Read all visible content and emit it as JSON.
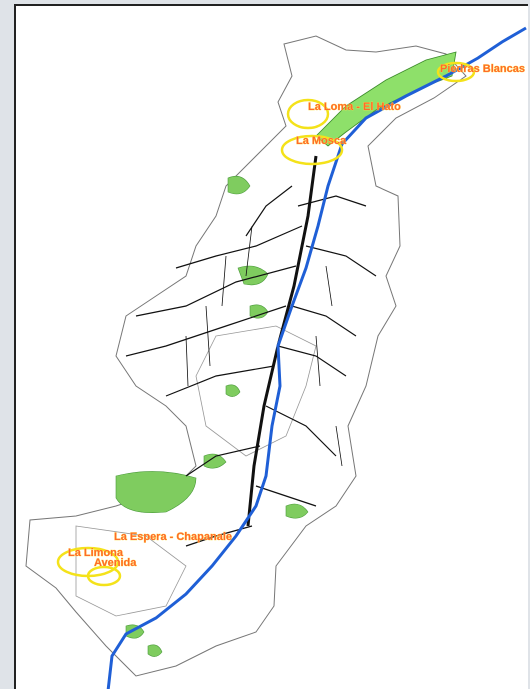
{
  "map": {
    "colors": {
      "background": "#ffffff",
      "boundary": "#777777",
      "river": "#1f5fd6",
      "roads": "#111111",
      "urban_green": "#7fcc5f",
      "protected_area": "#8ee06a",
      "site_outline": "#f4e21a",
      "label": "#ff6a2a"
    },
    "labels": [
      {
        "id": "piedras-blancas",
        "text": "Piedras Blancas"
      },
      {
        "id": "la-loma-el-hato",
        "text": "La Loma - El Hato"
      },
      {
        "id": "la-mosca",
        "text": "La Mosca"
      },
      {
        "id": "la-espera-chapanale",
        "text": "La Espera - Chapanale"
      },
      {
        "id": "la-limona",
        "text": "La Limona"
      },
      {
        "id": "avenida",
        "text": "Avenida"
      }
    ]
  }
}
